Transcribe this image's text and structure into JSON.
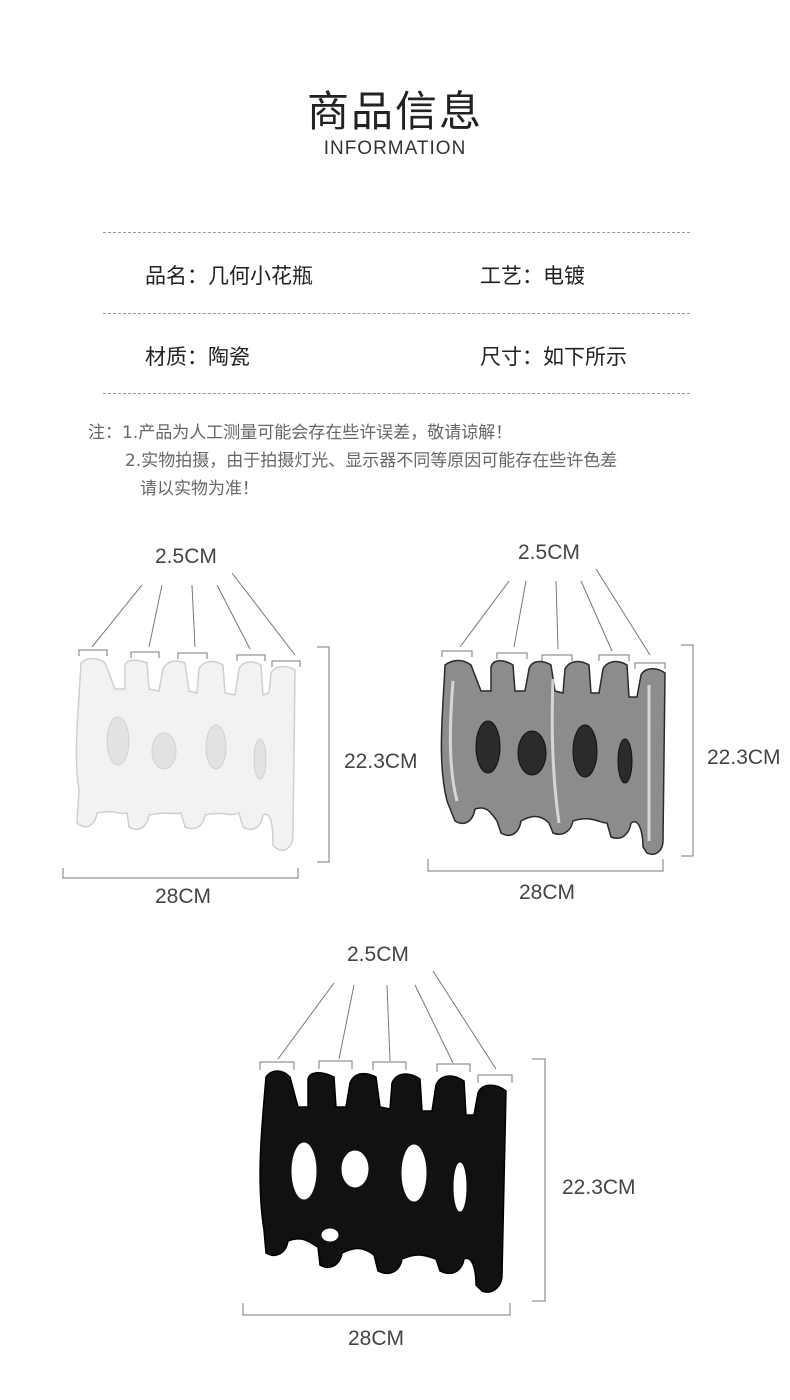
{
  "header": {
    "title": "商品信息",
    "subtitle": "INFORMATION"
  },
  "info": {
    "name_label": "品名：",
    "name_value": "几何小花瓶",
    "craft_label": "工艺：",
    "craft_value": "电镀",
    "material_label": "材质：",
    "material_value": "陶瓷",
    "size_label": "尺寸：",
    "size_value": "如下所示"
  },
  "notes": {
    "line1": "注：1.产品为人工测量可能会存在些许误差，敬请谅解！",
    "line2": "2.实物拍摄，由于拍摄灯光、显示器不同等原因可能存在些许色差",
    "line3": "请以实物为准！"
  },
  "products": [
    {
      "color_name": "white",
      "fill": "#f2f2f2",
      "stroke": "#cfcfcf",
      "opening": "2.5CM",
      "height": "22.3CM",
      "width": "28CM"
    },
    {
      "color_name": "silver",
      "fill": "#8c8c8c",
      "stroke": "#2a2a2a",
      "opening": "2.5CM",
      "height": "22.3CM",
      "width": "28CM"
    },
    {
      "color_name": "black",
      "fill": "#111111",
      "stroke": "#000000",
      "opening": "2.5CM",
      "height": "22.3CM",
      "width": "28CM"
    }
  ]
}
